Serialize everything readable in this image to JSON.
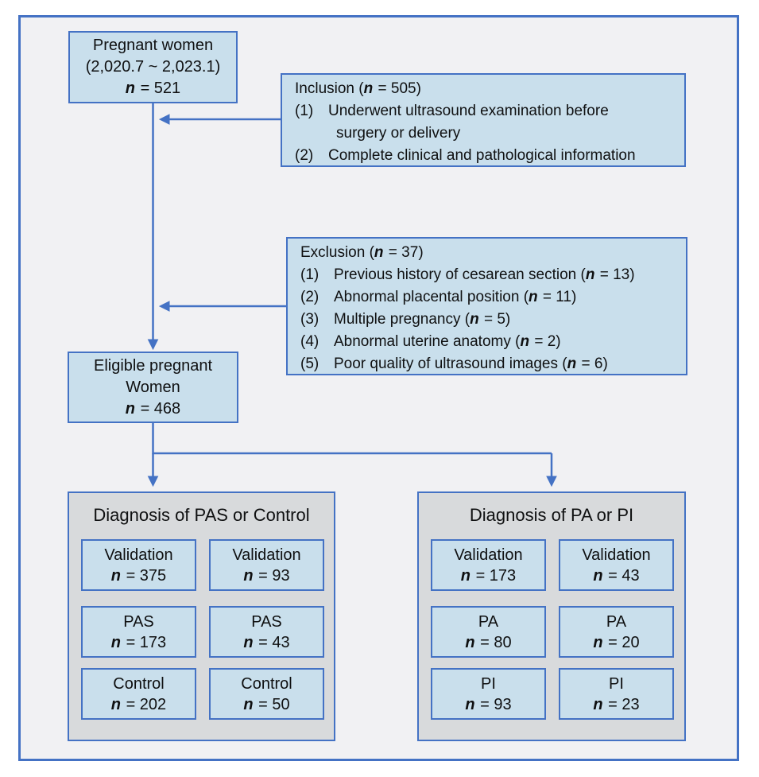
{
  "n_symbol": "n",
  "colors": {
    "accent": "#4472C4",
    "light_box_fill": "#C9DFEC",
    "group_box_fill": "#D8DADC",
    "canvas_bg": "#F1F1F3",
    "page_bg": "#FFFFFF",
    "text": "#0F1011"
  },
  "top_box": {
    "line1": "Pregnant women",
    "line2": "(2,020.7 ~ 2,023.1)",
    "n_value": " = 521"
  },
  "inclusion": {
    "title_prefix": "Inclusion (",
    "title_suffix": " = 505)",
    "items": [
      {
        "num": "(1)",
        "line1": "Underwent ultrasound examination before",
        "line2": "surgery or delivery"
      },
      {
        "num": "(2)",
        "line1": "Complete clinical and pathological information",
        "line2": ""
      }
    ]
  },
  "exclusion": {
    "title_prefix": "Exclusion (",
    "title_suffix": " = 37)",
    "items": [
      {
        "num": "(1)",
        "prefix": "Previous history of cesarean section (",
        "suffix": " = 13)"
      },
      {
        "num": "(2)",
        "prefix": "Abnormal placental position (",
        "suffix": " = 11)"
      },
      {
        "num": "(3)",
        "prefix": "Multiple pregnancy (",
        "suffix": " = 5)"
      },
      {
        "num": "(4)",
        "prefix": "Abnormal uterine anatomy (",
        "suffix": " = 2)"
      },
      {
        "num": "(5)",
        "prefix": "Poor quality of ultrasound images (",
        "suffix": " = 6)"
      }
    ]
  },
  "eligible_box": {
    "line1": "Eligible pregnant",
    "line2": "Women",
    "n_value": " = 468"
  },
  "left_group": {
    "title": "Diagnosis of PAS or Control",
    "boxes": [
      {
        "label": "Validation",
        "n_value": " = 375"
      },
      {
        "label": "Validation",
        "n_value": " = 93"
      },
      {
        "label": "PAS",
        "n_value": " = 173"
      },
      {
        "label": "PAS",
        "n_value": " = 43"
      },
      {
        "label": "Control",
        "n_value": " = 202"
      },
      {
        "label": "Control",
        "n_value": " = 50"
      }
    ]
  },
  "right_group": {
    "title": "Diagnosis of PA or PI",
    "boxes": [
      {
        "label": "Validation",
        "n_value": " = 173"
      },
      {
        "label": "Validation",
        "n_value": " = 43"
      },
      {
        "label": "PA",
        "n_value": " = 80"
      },
      {
        "label": "PA",
        "n_value": " = 20"
      },
      {
        "label": "PI",
        "n_value": " = 93"
      },
      {
        "label": "PI",
        "n_value": " = 23"
      }
    ]
  }
}
